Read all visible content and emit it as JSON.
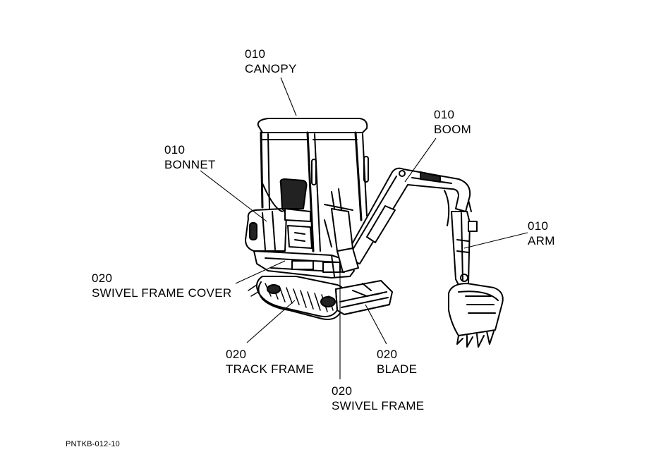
{
  "diagram": {
    "figure_code": "PNTKB-012-10",
    "callouts": [
      {
        "id": "canopy",
        "number": "010",
        "name": "CANOPY"
      },
      {
        "id": "bonnet",
        "number": "010",
        "name": "BONNET"
      },
      {
        "id": "boom",
        "number": "010",
        "name": "BOOM"
      },
      {
        "id": "arm",
        "number": "010",
        "name": "ARM"
      },
      {
        "id": "swivel-frame-cover",
        "number": "020",
        "name": "SWIVEL FRAME COVER"
      },
      {
        "id": "track-frame",
        "number": "020",
        "name": "TRACK FRAME"
      },
      {
        "id": "blade",
        "number": "020",
        "name": "BLADE"
      },
      {
        "id": "swivel-frame",
        "number": "020",
        "name": "SWIVEL FRAME"
      }
    ]
  }
}
